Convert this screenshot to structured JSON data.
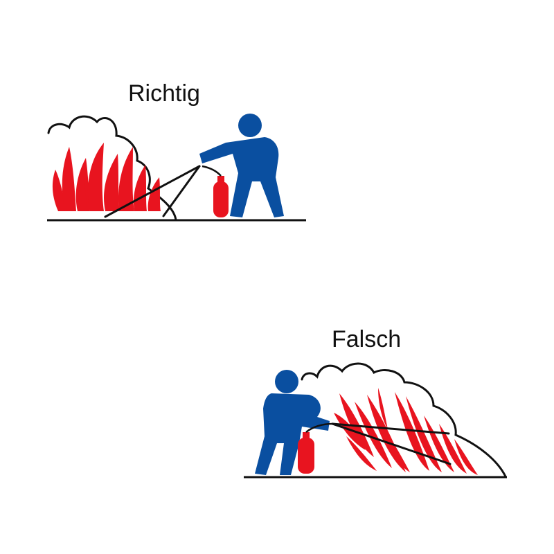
{
  "panels": {
    "correct": {
      "label": "Richtig"
    },
    "wrong": {
      "label": "Falsch"
    }
  },
  "colors": {
    "person": "#0a4fa0",
    "flame": "#e8141f",
    "line": "#111111",
    "background": "#ffffff"
  },
  "icons": [
    "fire-icon",
    "smoke-cloud-icon",
    "person-icon",
    "fire-extinguisher-icon",
    "ground-line"
  ]
}
